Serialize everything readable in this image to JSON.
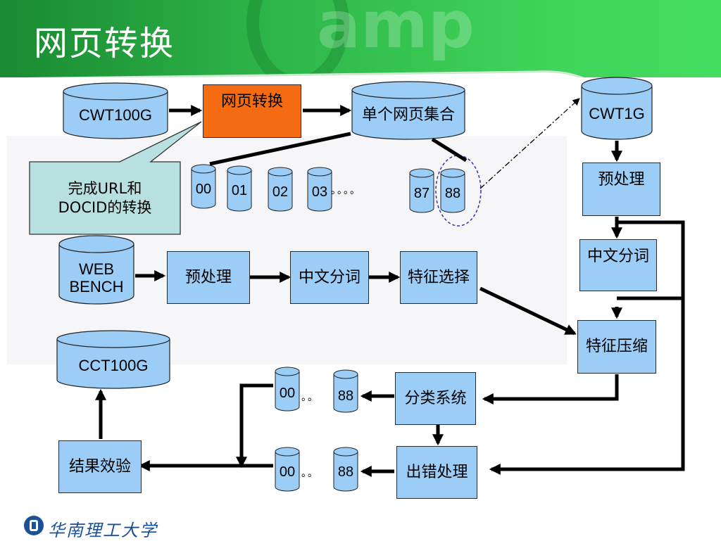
{
  "slide": {
    "title": "网页转换",
    "watermark": "amp",
    "footer_university": "华南理工大学"
  },
  "colors": {
    "header_green": "#2fb84a",
    "box_blue": "#9ccdf6",
    "box_orange": "#f46b12",
    "callout_fill": "#b9e0e0",
    "dashed_ellipse": "#3030c0"
  },
  "top_pipeline": {
    "source_db": "CWT100G",
    "convert_box": "网页转换",
    "collection_db": "单个网页集合",
    "callout": "完成URL和DOCID的转换",
    "callout_line1": "完成URL和",
    "callout_line2": "DOCID的转换",
    "shards": [
      "00",
      "01",
      "02",
      "03",
      "87",
      "88"
    ],
    "shard_ellipsis": "。。。。"
  },
  "web_bench_pipeline": {
    "source_db_line1": "WEB",
    "source_db_line2": "BENCH",
    "steps": [
      "预处理",
      "中文分词",
      "特征选择"
    ]
  },
  "right_column": {
    "db": "CWT1G",
    "steps": [
      "预处理",
      "中文分词",
      "特征压缩"
    ]
  },
  "bottom": {
    "classifier": "分类系统",
    "error_handler": "出错处理",
    "verify": "结果效验",
    "result_db": "CCT100G",
    "class_output": {
      "from": "00",
      "to": "88",
      "ellipsis": "。。"
    },
    "error_output": {
      "from": "00",
      "to": "88",
      "ellipsis": "。。"
    }
  }
}
